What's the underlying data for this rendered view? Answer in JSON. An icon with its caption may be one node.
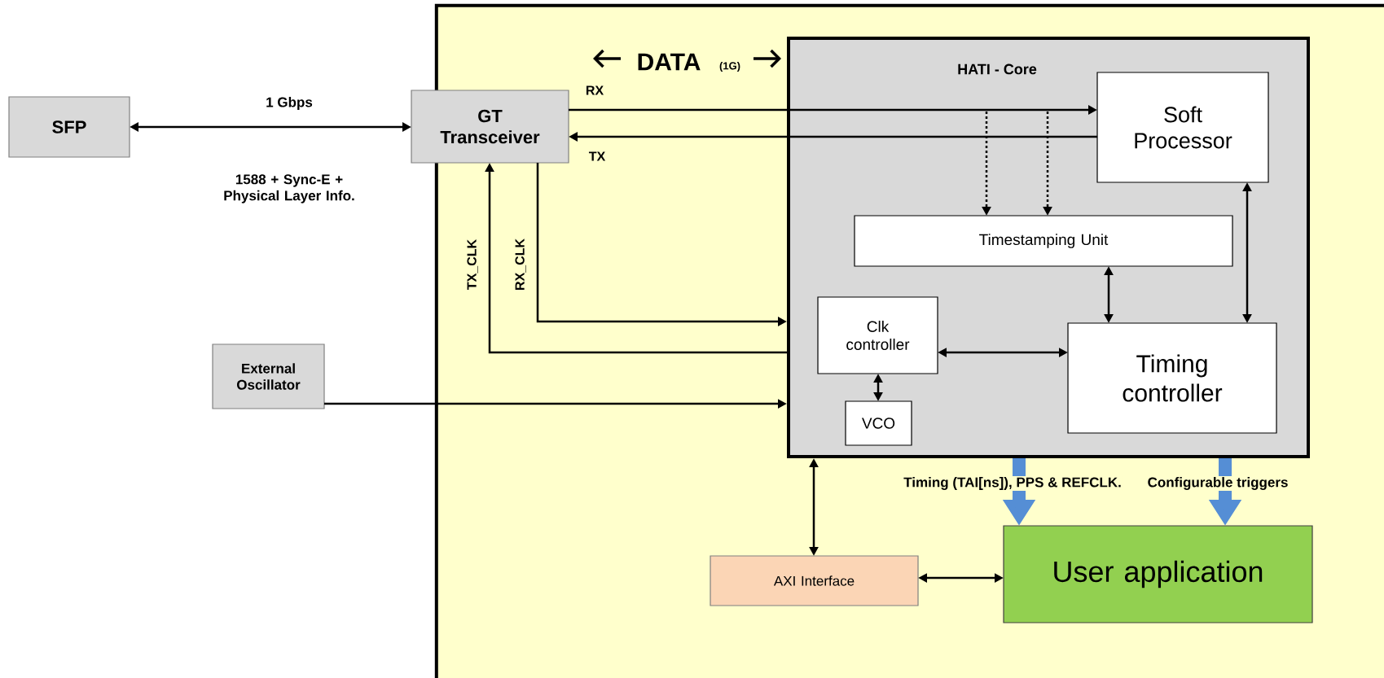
{
  "diagram": {
    "nodes": [
      {
        "text": [
          "SFP"
        ]
      },
      {
        "text": [
          "GT Transceiver"
        ]
      },
      {
        "text": [],
        "shape": "box"
      },
      {
        "text": [
          "HATI - Core"
        ],
        "in": 2
      },
      {
        "text": [
          "Soft Processor"
        ],
        "in": 3
      },
      {
        "text": [
          "Timestamping Unit"
        ],
        "in": 3
      },
      {
        "text": [
          "Clk controller"
        ],
        "in": 3
      },
      {
        "text": [
          "Timing controller"
        ],
        "in": 3
      },
      {
        "text": [
          "VCO"
        ],
        "in": 3
      },
      {
        "text": [
          "External Oscillator"
        ]
      },
      {
        "text": [
          "AXI Interface"
        ],
        "in": 2
      },
      {
        "text": [
          "User application"
        ],
        "in": 2
      }
    ],
    "edges": [
      {
        "from": 0,
        "to": 1,
        "arrow": "both",
        "label": "1 Gbps"
      },
      {
        "from": 1,
        "to": 4,
        "arrow": "to",
        "label": "RX"
      },
      {
        "from": 4,
        "to": 1,
        "arrow": "to",
        "label": "TX"
      },
      {
        "from": null,
        "to": 5,
        "arrow": "to",
        "style": "dashed"
      },
      {
        "from": null,
        "to": 5,
        "arrow": "to",
        "style": "dashed"
      },
      {
        "from": 1,
        "to": 3,
        "arrow": "to",
        "label": "RX_CLK"
      },
      {
        "from": 3,
        "to": 1,
        "arrow": "to",
        "label": "TX_CLK"
      },
      {
        "from": 9,
        "to": 3,
        "arrow": "to"
      },
      {
        "from": 4,
        "to": 7,
        "arrow": "both"
      },
      {
        "from": 5,
        "to": 7,
        "arrow": "both"
      },
      {
        "from": 6,
        "to": 7,
        "arrow": "both"
      },
      {
        "from": 6,
        "to": 8,
        "arrow": "both"
      },
      {
        "from": 3,
        "to": 10,
        "arrow": "both"
      },
      {
        "from": 10,
        "to": 11,
        "arrow": "both"
      },
      {
        "from": 3,
        "to": 11,
        "arrow": "to",
        "label": "Timing (TAI[ns]), PPS & REFCLK.",
        "style": "thick",
        "color": "#558ed5"
      },
      {
        "from": 3,
        "to": 11,
        "arrow": "to",
        "label": "Configurable triggers",
        "style": "thick",
        "color": "#558ed5"
      }
    ],
    "labels": [
      "DATA",
      "(1G)",
      "1588 + Sync-E + Physical Layer Info."
    ]
  }
}
